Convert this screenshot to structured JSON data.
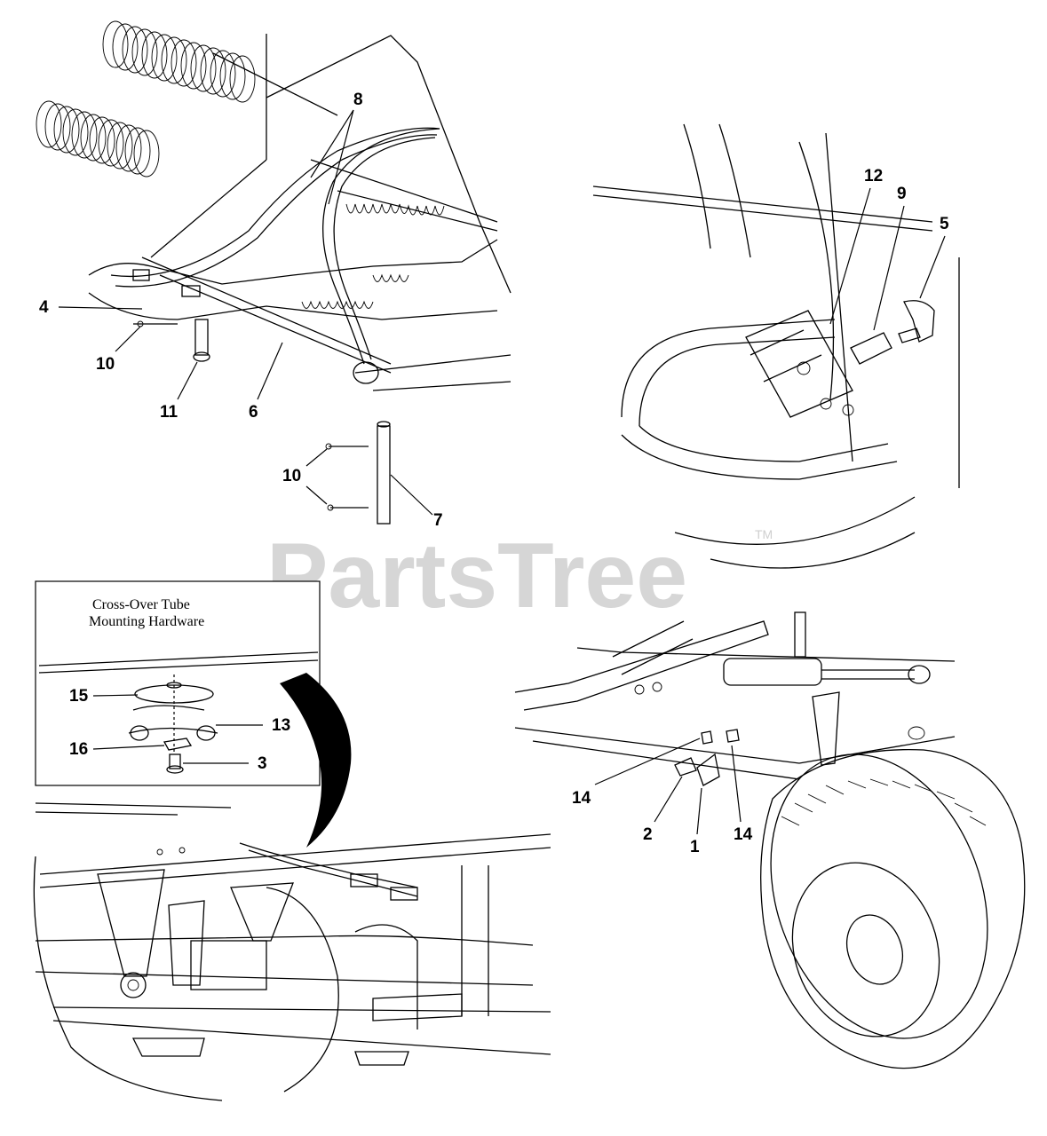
{
  "watermark": {
    "text": "PartsTree",
    "trademark": "TM"
  },
  "inset": {
    "title_line1": "Cross-Over Tube",
    "title_line2": "Mounting Hardware"
  },
  "callouts": {
    "top_left": [
      "8",
      "4",
      "10",
      "11",
      "6",
      "10",
      "7"
    ],
    "top_right": [
      "12",
      "9",
      "5"
    ],
    "inset": [
      "15",
      "13",
      "16",
      "3"
    ],
    "bottom_right": [
      "14",
      "2",
      "1",
      "14"
    ]
  }
}
